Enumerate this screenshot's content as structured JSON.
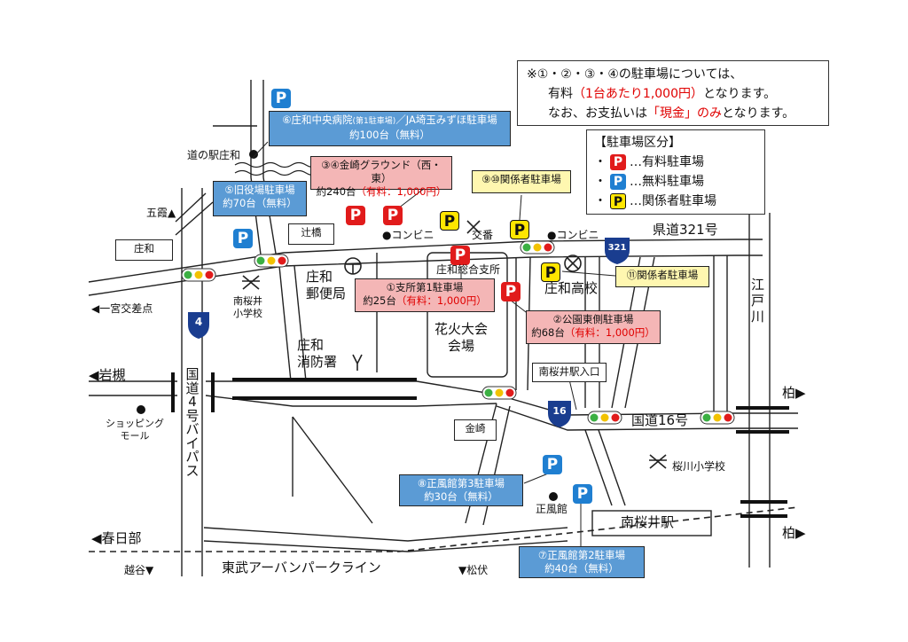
{
  "notice": {
    "line1": "※①・②・③・④の駐車場については、",
    "line2_pre": "有料",
    "line2_red": "（1台あたり1,000円）",
    "line2_post": "となります。",
    "line3_pre": "なお、お支払いは",
    "line3_red": "「現金」のみ",
    "line3_post": "となります。"
  },
  "legend": {
    "title": "【駐車場区分】",
    "items": [
      {
        "icon": "P",
        "label": "…有料駐車場",
        "color": "#e11b1b"
      },
      {
        "icon": "P",
        "label": "…無料駐車場",
        "color": "#1f7fd1"
      },
      {
        "icon": "P",
        "label": "…関係者駐車場",
        "color": "#ffe600"
      }
    ],
    "bullet": "・"
  },
  "parking": {
    "p6": {
      "line1": "⑥庄和中央病院",
      "line1_small": "(第1駐車場)",
      "line1_post": "／JA埼玉みずほ駐車場",
      "line2": "約100台（無料）"
    },
    "p34": {
      "line1": "③④金崎グラウンド（西・東）",
      "line2_pre": "約240台",
      "line2_red": "（有料：1,000円）"
    },
    "p910": {
      "line1": "⑨⑩関係者駐車場"
    },
    "p5": {
      "line1": "⑤旧役場駐車場",
      "line2": "約70台（無料）"
    },
    "p1": {
      "line1": "①支所第1駐車場",
      "line2_pre": "約25台",
      "line2_red": "（有料：1,000円）"
    },
    "p2": {
      "line1": "②公園東側駐車場",
      "line2_pre": "約68台",
      "line2_red": "（有料：1,000円）"
    },
    "p11": {
      "line1": "⑪関係者駐車場"
    },
    "p8": {
      "line1": "⑧正風館第3駐車場",
      "line2": "約30台（無料）"
    },
    "p7": {
      "line1": "⑦正風館第2駐車場",
      "line2": "約40台（無料）"
    }
  },
  "labels": {
    "michinoeki": "道の駅庄和",
    "gokasumi": "五霞▲",
    "showa_box": "庄和",
    "tsujibashi": "辻橋",
    "ichinomiya": "◀一宮交差点",
    "minamisakurai_school": "南桜井\n小学校",
    "route4_num": "4",
    "post_office": "庄和\n郵便局",
    "conveni1": "●コンビニ",
    "koban": "交番",
    "conveni2": "●コンビニ",
    "kenndou321": "県道321号",
    "route321_num": "321",
    "edogawa": "江\n戸\n川",
    "branch": "庄和総合支所",
    "hanabi": "花火大会\n会場",
    "high_school": "庄和高校",
    "fire_station": "庄和\n消防署",
    "iwatsuki": "◀岩槻",
    "bypass": "国\n道\n4\n号\nバ\nイ\nパ\nス",
    "kashiwa1": "柏▶",
    "station_entrance": "南桜井駅入口",
    "shopping": "ショッピング\nモール",
    "kanasaki": "金崎",
    "route16_num": "16",
    "kokudou16": "国道16号",
    "sakuragawa": "桜川小学校",
    "shofukan": "正風館",
    "minamisakurai_station": "南桜井駅",
    "kasukabe": "◀春日部",
    "kashiwa2": "柏▶",
    "koshigaya": "越谷▼",
    "tobu_line": "東武アーバンパークライン",
    "matsubushi": "▼松伏"
  },
  "icons": {
    "paid_parking": "P-red",
    "free_parking": "P-blue",
    "staff_parking": "P-yellow",
    "traffic_light": "traffic-light",
    "school_symbol": "文",
    "post_symbol": "〒",
    "fire_symbol": "Y",
    "police_symbol": "X"
  }
}
